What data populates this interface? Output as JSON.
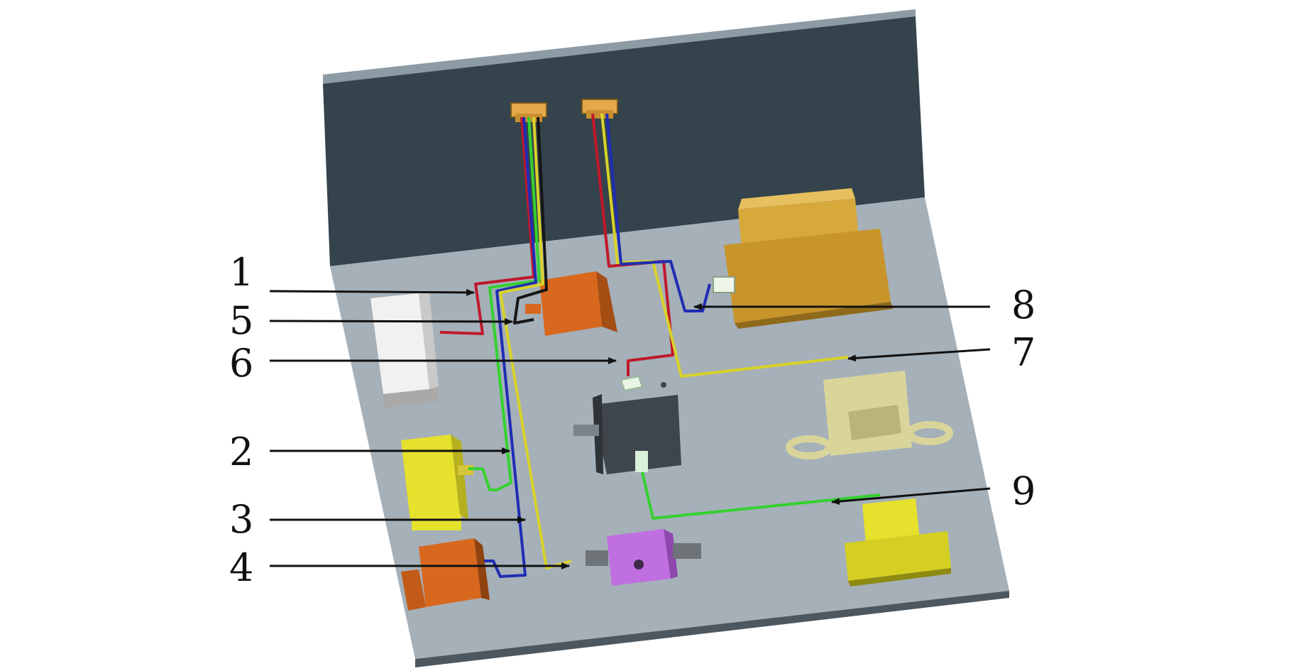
{
  "callouts": [
    {
      "id": "1",
      "label": "1"
    },
    {
      "id": "2",
      "label": "2"
    },
    {
      "id": "3",
      "label": "3"
    },
    {
      "id": "4",
      "label": "4"
    },
    {
      "id": "5",
      "label": "5"
    },
    {
      "id": "6",
      "label": "6"
    },
    {
      "id": "7",
      "label": "7"
    },
    {
      "id": "8",
      "label": "8"
    },
    {
      "id": "9",
      "label": "9"
    }
  ],
  "colors": {
    "back_wall": "#34434c",
    "wall_top": "#8d9ba4",
    "plate": "#a5b0b9",
    "plate_edge": "#4d5760",
    "wire_red": "#c0182a",
    "wire_blue": "#1f2db3",
    "wire_green": "#35d12f",
    "wire_yellow": "#d8d22a",
    "wire_black": "#161616",
    "orange": "#d8681e",
    "gold": "#d7a83a",
    "lime": "#e6e12c",
    "purple": "#c06fe0"
  }
}
